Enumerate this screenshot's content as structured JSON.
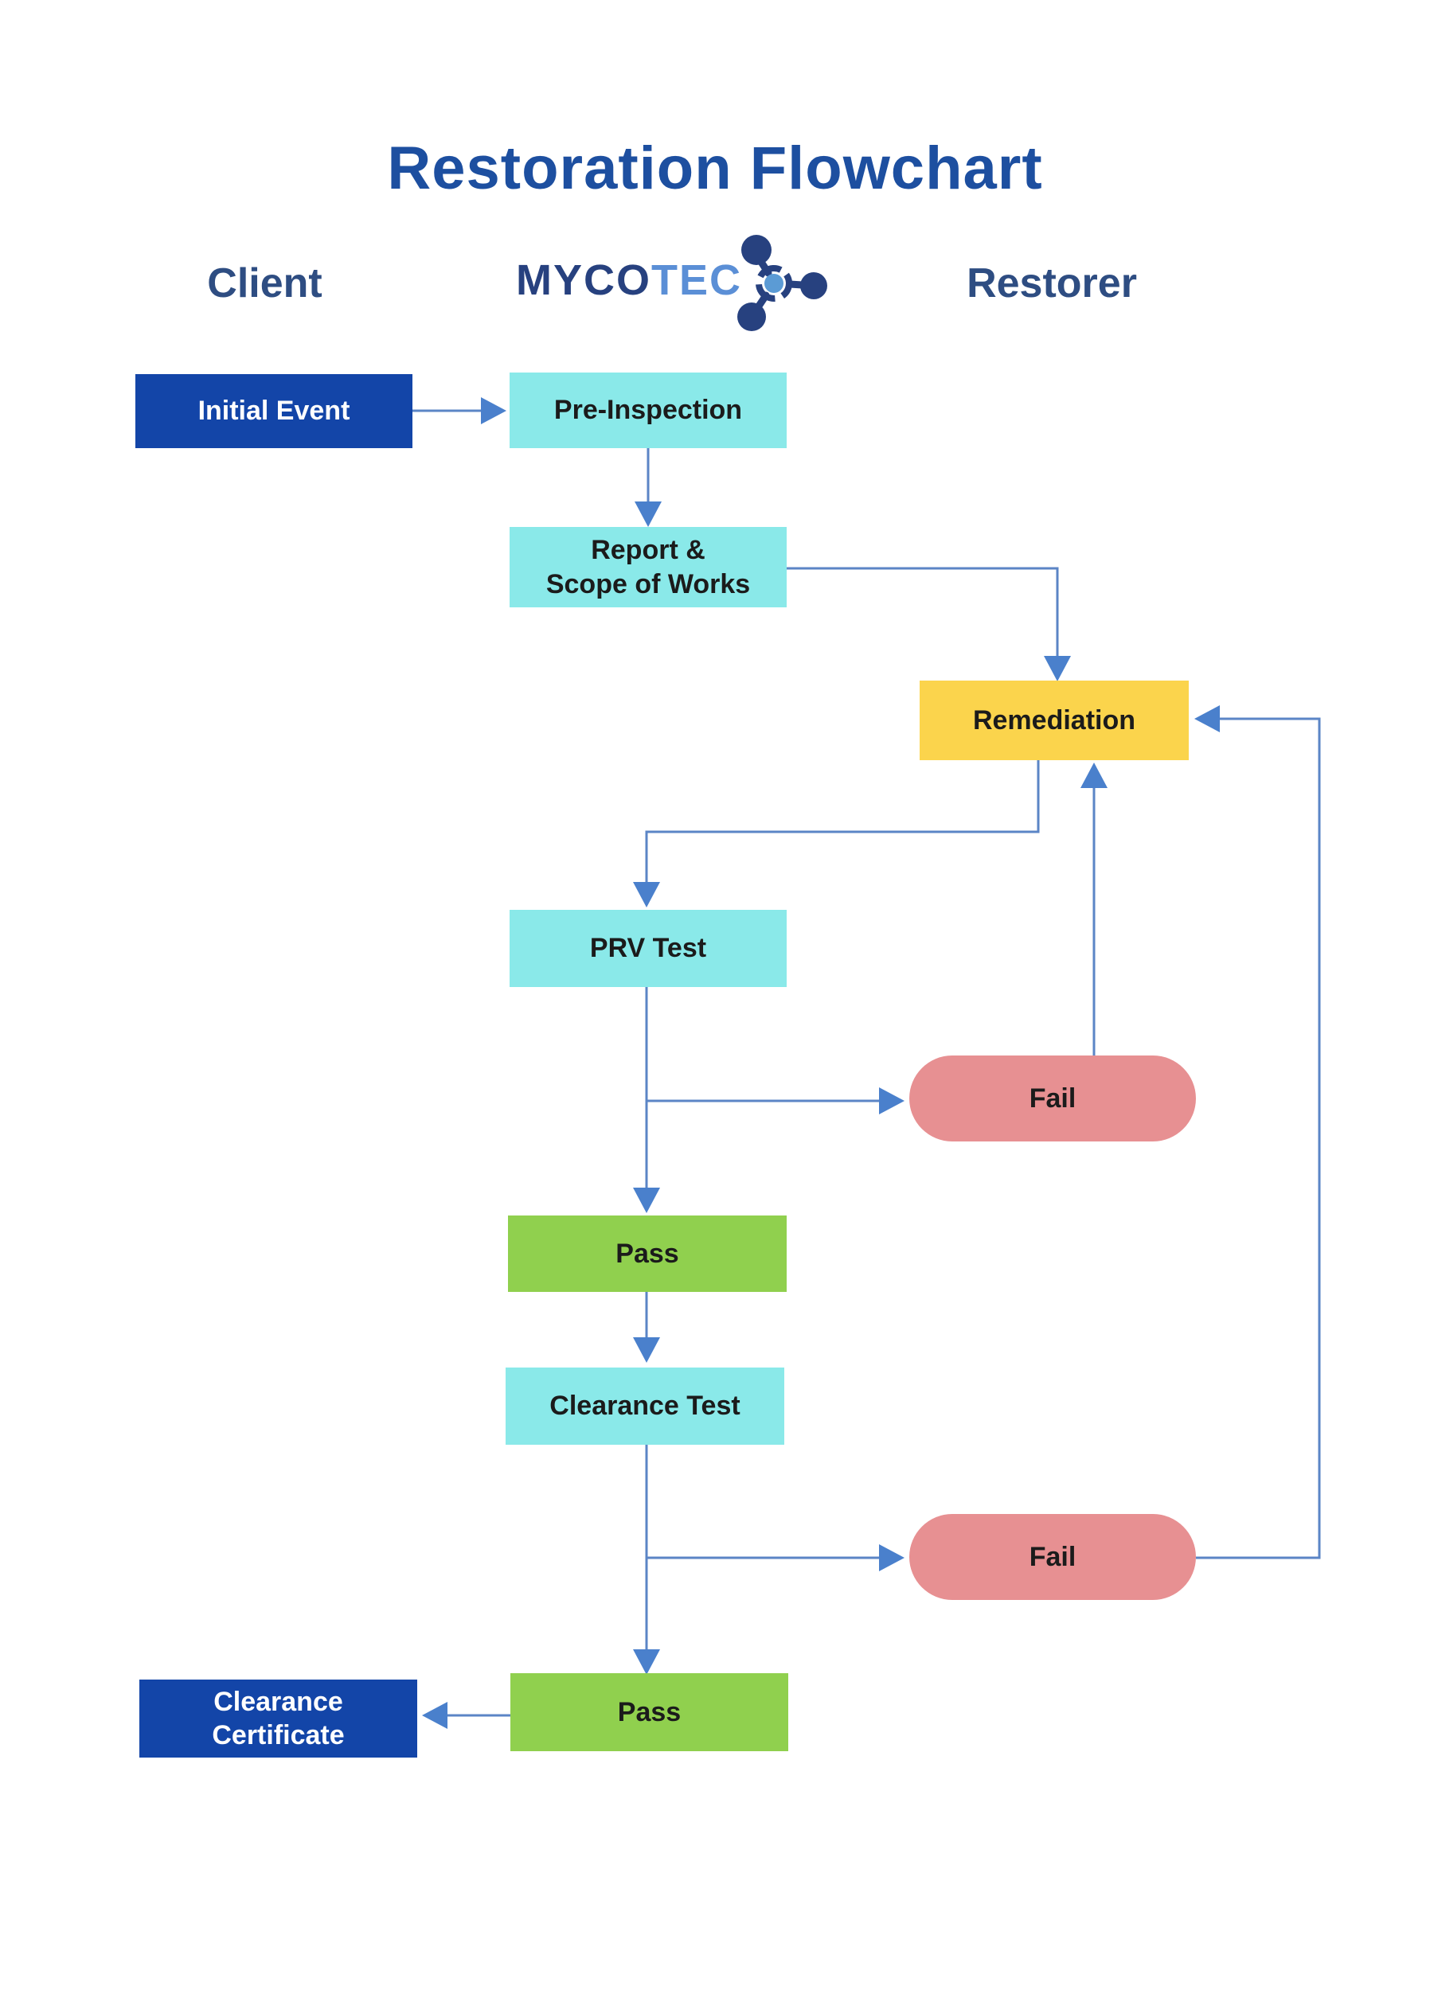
{
  "title": "Restoration Flowchart",
  "columns": {
    "client": "Client",
    "restorer": "Restorer"
  },
  "logo": {
    "text_primary": "MYCO",
    "text_secondary": "TEC",
    "icon": "molecule-icon"
  },
  "nodes": {
    "initial_event": "Initial Event",
    "pre_inspection": "Pre-Inspection",
    "report_scope": "Report &\nScope of Works",
    "remediation": "Remediation",
    "prv_test": "PRV Test",
    "fail_prv": "Fail",
    "pass_prv": "Pass",
    "clearance_test": "Clearance Test",
    "fail_clearance": "Fail",
    "pass_clearance": "Pass",
    "clearance_certificate": "Clearance\nCertificate"
  },
  "flow": [
    "Initial Event -> Pre-Inspection",
    "Pre-Inspection -> Report & Scope of Works",
    "Report & Scope of Works -> Remediation",
    "Remediation -> PRV Test",
    "PRV Test -> Fail -> Remediation",
    "PRV Test -> Pass -> Clearance Test",
    "Clearance Test -> Fail -> Remediation",
    "Clearance Test -> Pass -> Clearance Certificate"
  ],
  "colors": {
    "title_blue": "#1d4fa0",
    "label_navy": "#2e4d82",
    "box_dark_blue": "#1345a8",
    "box_cyan": "#8ae9e9",
    "box_yellow": "#fbd44c",
    "box_green": "#90d04e",
    "box_salmon": "#e79092",
    "arrow_line": "#5b85c6",
    "arrow_head": "#4a80cc",
    "logo_navy": "#27417f",
    "logo_light_blue": "#5b9bd5"
  }
}
